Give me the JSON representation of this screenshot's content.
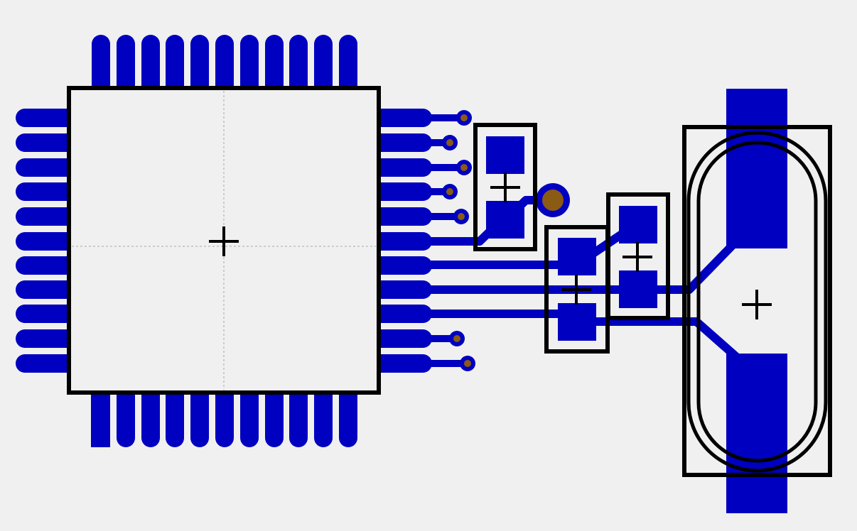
{
  "board": {
    "background_color": "#f0f0f0",
    "copper_color": "#0000c0",
    "silkscreen_color": "#000000",
    "drill_color": "#8b5a14",
    "guide_color": "#a8a8a8"
  },
  "components": {
    "ic": {
      "name": "qfp-chip",
      "pins_per_side": 11,
      "pin1_marker": "square-pad"
    },
    "capacitor_c1": {
      "name": "capacitor-c1",
      "pads": 2
    },
    "capacitor_c2": {
      "name": "capacitor-c2",
      "pads": 2
    },
    "capacitor_c3": {
      "name": "capacitor-c3",
      "pads": 2
    },
    "crystal": {
      "name": "crystal-oscillator",
      "pads": 2
    }
  },
  "vias": {
    "small_count": 7,
    "large_count": 1
  }
}
